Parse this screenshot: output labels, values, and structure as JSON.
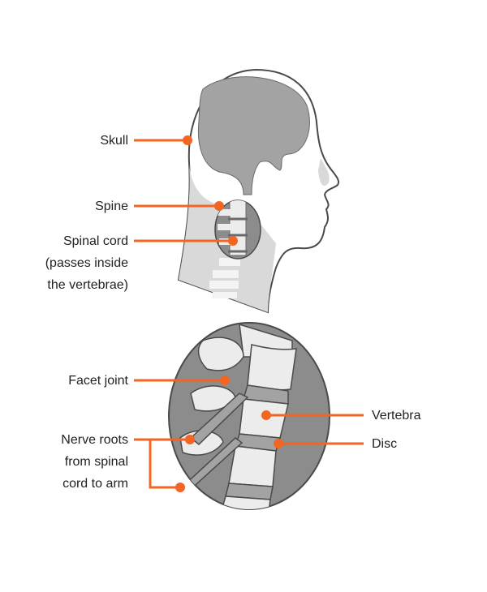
{
  "labels": {
    "skull": "Skull",
    "spine": "Spine",
    "spinal_cord": "Spinal cord",
    "spinal_cord_note_1": "(passes inside",
    "spinal_cord_note_2": "the vertebrae)",
    "facet_joint": "Facet joint",
    "nerve_roots_1": "Nerve roots",
    "nerve_roots_2": "from spinal",
    "nerve_roots_3": "cord to arm",
    "vertebra": "Vertebra",
    "disc": "Disc"
  },
  "colors": {
    "accent": "#f26522",
    "outline": "#4a4a4a",
    "skin": "#d9d9d9",
    "brain": "#a3a3a3",
    "bone": "#ececec",
    "dark_bg": "#8c8c8c"
  }
}
